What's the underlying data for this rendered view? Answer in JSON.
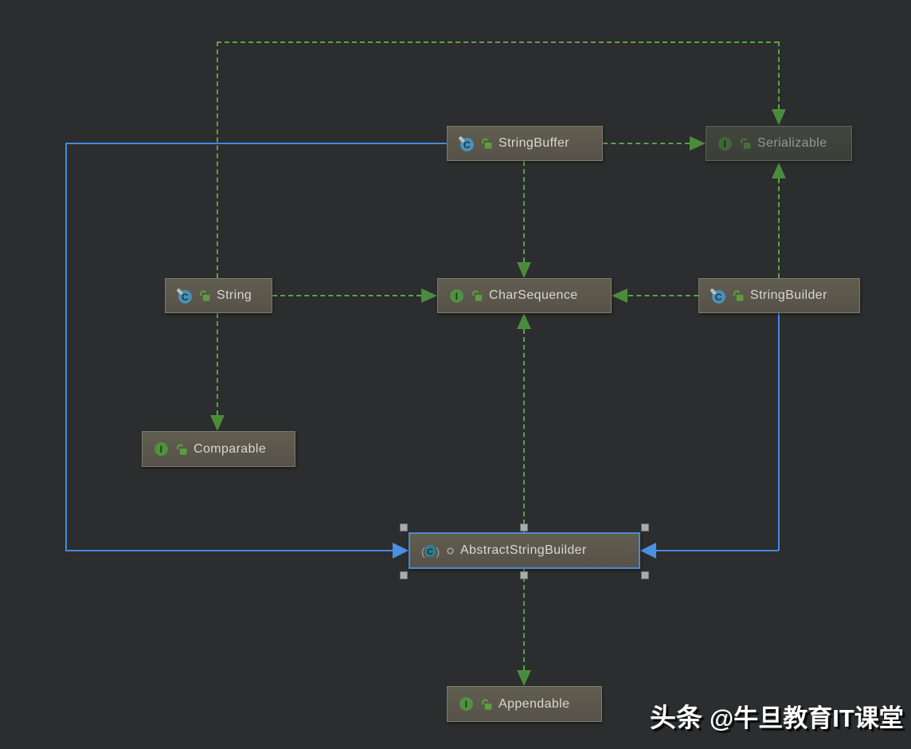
{
  "diagram": {
    "tool": "UML class diagram",
    "nodes": {
      "stringbuffer": {
        "label": "StringBuffer",
        "kind": "class",
        "visibility": "public"
      },
      "serializable": {
        "label": "Serializable",
        "kind": "interface",
        "visibility": "public",
        "dimmed": true
      },
      "string": {
        "label": "String",
        "kind": "class",
        "visibility": "public"
      },
      "charsequence": {
        "label": "CharSequence",
        "kind": "interface",
        "visibility": "public"
      },
      "stringbuilder": {
        "label": "StringBuilder",
        "kind": "class",
        "visibility": "public"
      },
      "comparable": {
        "label": "Comparable",
        "kind": "interface",
        "visibility": "public"
      },
      "abstractstringbuilder": {
        "label": "AbstractStringBuilder",
        "kind": "abstract-class",
        "visibility": "package-private",
        "selected": true
      },
      "appendable": {
        "label": "Appendable",
        "kind": "interface",
        "visibility": "public"
      }
    },
    "edges": [
      {
        "from": "String",
        "to": "Serializable",
        "type": "implements"
      },
      {
        "from": "StringBuffer",
        "to": "Serializable",
        "type": "implements"
      },
      {
        "from": "StringBuilder",
        "to": "Serializable",
        "type": "implements"
      },
      {
        "from": "String",
        "to": "CharSequence",
        "type": "implements"
      },
      {
        "from": "StringBuffer",
        "to": "CharSequence",
        "type": "implements"
      },
      {
        "from": "StringBuilder",
        "to": "CharSequence",
        "type": "implements"
      },
      {
        "from": "AbstractStringBuilder",
        "to": "CharSequence",
        "type": "implements"
      },
      {
        "from": "String",
        "to": "Comparable",
        "type": "implements"
      },
      {
        "from": "AbstractStringBuilder",
        "to": "Appendable",
        "type": "implements"
      },
      {
        "from": "StringBuffer",
        "to": "AbstractStringBuilder",
        "type": "extends",
        "highlighted": true
      },
      {
        "from": "StringBuilder",
        "to": "AbstractStringBuilder",
        "type": "extends",
        "highlighted": true
      }
    ],
    "colors": {
      "canvas_background": "#2b2d2e",
      "implements_edge": "#5ba24b",
      "implements_arrowhead": "#4b8c3c",
      "extends_edge_highlighted": "#4589dd",
      "node_background": "#5b574a",
      "node_border": "#7d7a6d",
      "node_text": "#d8d7d3",
      "dimmed_node_background": "#3e423c",
      "dimmed_node_text": "#94979b",
      "selection_border": "#4a88d0",
      "class_icon_fill": "#4a90b4",
      "interface_icon_fill": "#4f9140",
      "abstract_icon_fill": "#2f7d94",
      "lock_icon_fill": "#5c9e3e"
    }
  },
  "watermark": {
    "badge": "头条",
    "handle": "@牛旦教育IT课堂"
  }
}
